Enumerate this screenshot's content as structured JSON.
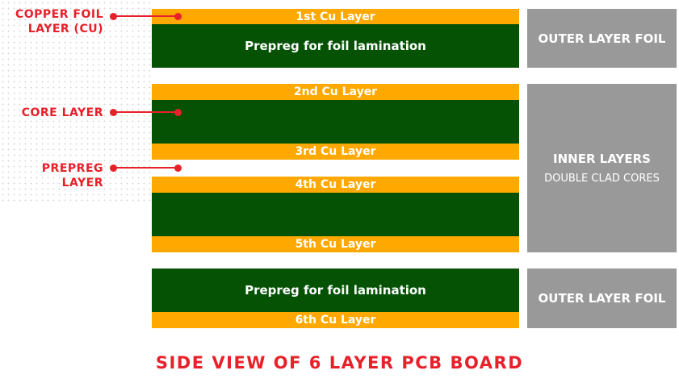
{
  "layers": {
    "cu1": "1st Cu Layer",
    "pp1": "Prepreg for foil lamination",
    "cu2": "2nd Cu Layer",
    "cu3": "3rd Cu Layer",
    "cu4": "4th Cu Layer",
    "cu5": "5th Cu Layer",
    "pp2": "Prepreg for foil lamination",
    "cu6": "6th Cu Layer"
  },
  "groups": {
    "top": "OUTER LAYER FOIL",
    "inner": "INNER LAYERS",
    "inner_sub": "DOUBLE CLAD CORES",
    "bottom": "OUTER LAYER FOIL"
  },
  "callouts": {
    "copper": "COPPER FOIL\nLAYER (CU)",
    "copper_l1": "COPPER FOIL",
    "copper_l2": "LAYER (CU)",
    "core": "CORE LAYER",
    "prepreg": "PREPREG LAYER"
  },
  "title": "SIDE VIEW OF 6 LAYER PCB BOARD",
  "colors": {
    "copper": "#ffa800",
    "prepreg": "#055205",
    "group": "#999999",
    "accent": "#e8202a"
  }
}
